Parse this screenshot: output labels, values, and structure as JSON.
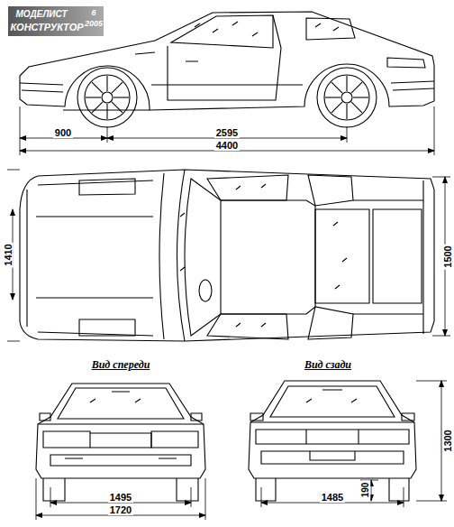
{
  "diagram": {
    "labels": [
      "МОДЕЛИСТ",
      "КОНСТРУКТОР",
      "6",
      "2005",
      "900",
      "2595",
      "4400",
      "1410",
      "1500",
      "Вид спереди",
      "Вид сзади",
      "1495",
      "1720",
      "1485",
      "190",
      "1300"
    ]
  }
}
